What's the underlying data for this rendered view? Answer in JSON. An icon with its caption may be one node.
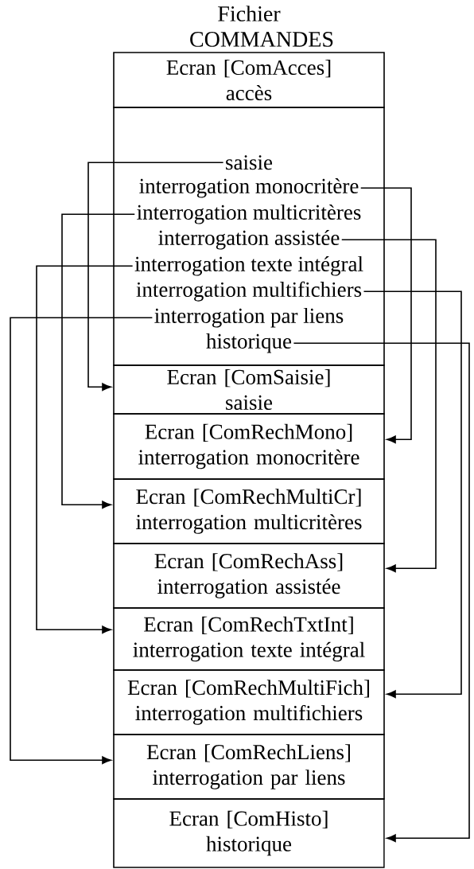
{
  "diagram": {
    "title": "Fichier COMMANDES",
    "nodes": [
      {
        "text": [
          "Ecran [ComAcces]",
          "accès"
        ]
      },
      {
        "text": [],
        "shape": "box"
      },
      {
        "text": [
          "saisie"
        ],
        "in": 1
      },
      {
        "text": [
          "interrogation monocritère"
        ],
        "in": 1
      },
      {
        "text": [
          "interrogation multicritères"
        ],
        "in": 1
      },
      {
        "text": [
          "interrogation assistée"
        ],
        "in": 1
      },
      {
        "text": [
          "interrogation texte intégral"
        ],
        "in": 1
      },
      {
        "text": [
          "interrogation multifichiers"
        ],
        "in": 1
      },
      {
        "text": [
          "interrogation par liens"
        ],
        "in": 1
      },
      {
        "text": [
          "historique"
        ],
        "in": 1
      },
      {
        "text": [
          "Ecran [ComSaisie]",
          "saisie"
        ]
      },
      {
        "text": [
          "Ecran [ComRechMono]",
          "interrogation monocritère"
        ]
      },
      {
        "text": [
          "Ecran [ComRechMultiCr]",
          "interrogation multicritères"
        ]
      },
      {
        "text": [
          "Ecran [ComRechAss]",
          "interrogation assistée"
        ]
      },
      {
        "text": [
          "Ecran [ComRechTxtInt]",
          "interrogation texte intégral"
        ]
      },
      {
        "text": [
          "Ecran [ComRechMultiFich]",
          "interrogation multifichiers"
        ]
      },
      {
        "text": [
          "Ecran [ComRechLiens]",
          "interrogation par liens"
        ]
      },
      {
        "text": [
          "Ecran [ComHisto]",
          "historique"
        ]
      }
    ],
    "edges": [
      {
        "from": 2,
        "to": 10,
        "arrow": "to"
      },
      {
        "from": 3,
        "to": 11,
        "arrow": "to"
      },
      {
        "from": 4,
        "to": 12,
        "arrow": "to"
      },
      {
        "from": 5,
        "to": 13,
        "arrow": "to"
      },
      {
        "from": 6,
        "to": 14,
        "arrow": "to"
      },
      {
        "from": 7,
        "to": 15,
        "arrow": "to"
      },
      {
        "from": 8,
        "to": 16,
        "arrow": "to"
      },
      {
        "from": 9,
        "to": 17,
        "arrow": "to"
      }
    ]
  }
}
